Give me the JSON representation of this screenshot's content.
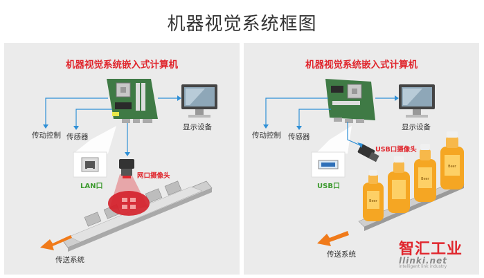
{
  "title": "机器视觉系统框图",
  "left_panel": {
    "title": "机器视觉系统嵌入式计算机",
    "labels": {
      "motion_control": "传动控制",
      "sensor": "传感器",
      "display": "显示设备",
      "port": "LAN口",
      "camera": "网口摄像头",
      "conveyor": "传送系统"
    }
  },
  "right_panel": {
    "title": "机器视觉系统嵌入式计算机",
    "labels": {
      "motion_control": "传动控制",
      "sensor": "传感器",
      "display": "显示设备",
      "port": "USB口",
      "camera": "USB口摄像头",
      "conveyor": "传送系统"
    },
    "bottle_text": "Beer"
  },
  "watermark": {
    "cn": "智汇工业",
    "en": "llinki.net",
    "sub": "intelligent link industry"
  },
  "colors": {
    "title_red": "#e0262d",
    "arrow_blue": "#2e8fd6",
    "port_green": "#3c9a2e",
    "bottle_orange": "#f5a623",
    "arrow_orange": "#f07a1a"
  }
}
